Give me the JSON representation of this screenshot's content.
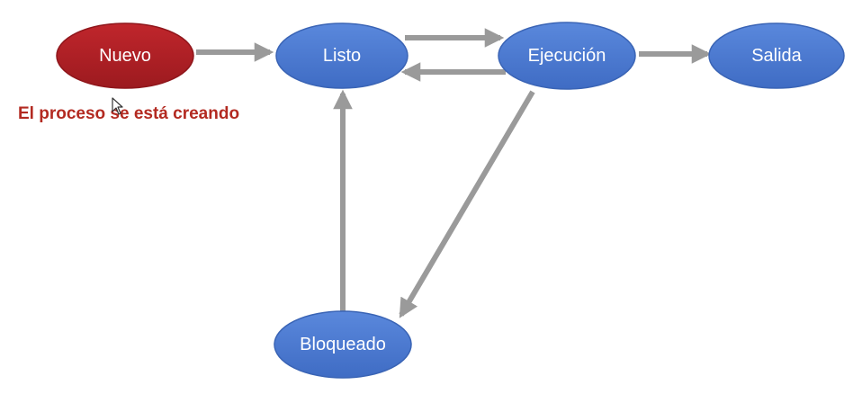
{
  "colors": {
    "state_fill": "#4a78d0",
    "state_stroke": "#3a64b5",
    "active_fill": "#b11e24",
    "active_stroke": "#8f161b",
    "arrow": "#9a9a9a",
    "caption": "#b32a21"
  },
  "states": {
    "nuevo": "Nuevo",
    "listo": "Listo",
    "ejecucion": "Ejecución",
    "salida": "Salida",
    "bloqueado": "Bloqueado"
  },
  "active_state": "nuevo",
  "caption": "El proceso se está creando",
  "transitions": [
    {
      "from": "nuevo",
      "to": "listo"
    },
    {
      "from": "listo",
      "to": "ejecucion"
    },
    {
      "from": "ejecucion",
      "to": "listo"
    },
    {
      "from": "ejecucion",
      "to": "salida"
    },
    {
      "from": "ejecucion",
      "to": "bloqueado"
    },
    {
      "from": "bloqueado",
      "to": "listo"
    }
  ],
  "icons": {
    "pointer": "mouse-pointer-icon"
  }
}
